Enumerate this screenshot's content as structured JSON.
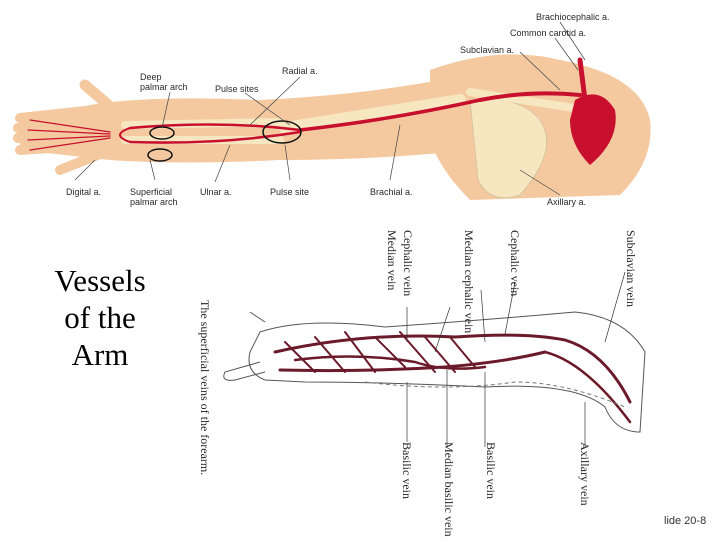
{
  "slide": {
    "title_lines": [
      "Vessels",
      "of the",
      "Arm"
    ],
    "slide_number": "lide 20-8"
  },
  "arteries_figure": {
    "labels": {
      "brachiocephalic": "Brachiocephalic a.",
      "common_carotid": "Common carotid a.",
      "subclavian": "Subclavian a.",
      "radial": "Radial a.",
      "deep_palmar_arch": "Deep\npalmar arch",
      "pulse_sites": "Pulse sites",
      "digital": "Digital a.",
      "superficial_palmar_arch": "Superficial\npalmar arch",
      "ulnar": "Ulnar a.",
      "pulse_site": "Pulse site",
      "brachial": "Brachial a.",
      "axillary": "Axillary a."
    },
    "colors": {
      "skin": "#f5c9a0",
      "bone": "#f6e7c1",
      "artery": "#c8102e"
    }
  },
  "veins_figure": {
    "caption": "The superficial veins of the forearm.",
    "top_labels": {
      "median_vein": "Median vein",
      "cephalic_vein_1": "Cephalic vein",
      "median_cephalic": "Median cephalic vein",
      "cephalic_vein_2": "Cephalic vein",
      "subclavian_vein": "Subclavian vein"
    },
    "bottom_labels": {
      "basilic_vein_1": "Basilic vein",
      "median_basilic": "Median basilic vein",
      "basilic_vein_2": "Basilic vein",
      "axillary_vein": "Axillary vein"
    },
    "colors": {
      "vein": "#6b1a2a"
    }
  }
}
